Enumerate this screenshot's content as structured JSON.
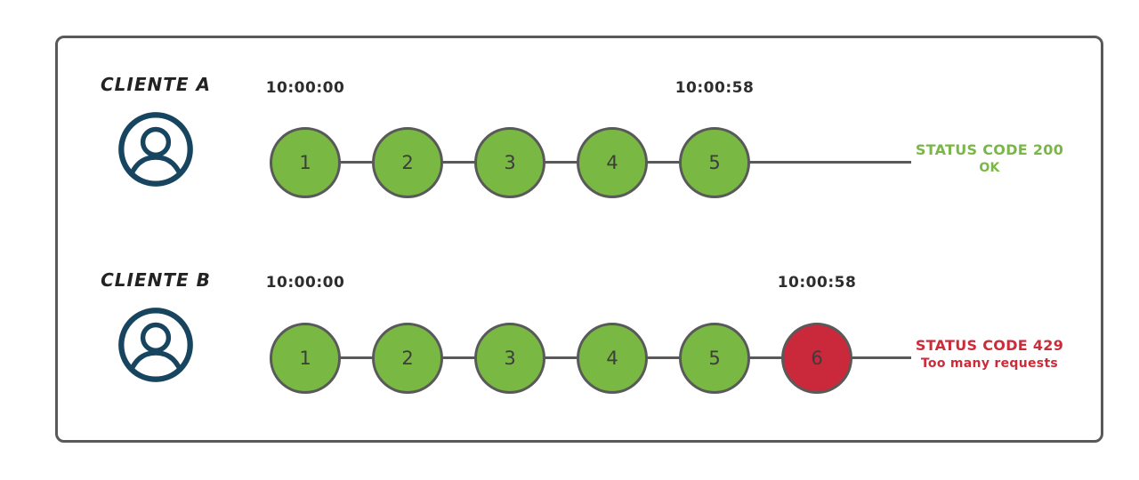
{
  "colors": {
    "line": "#595959",
    "success": "#78B843",
    "error": "#C9293A",
    "icon_navy": "#17455F",
    "status_ok_text": "#7AB648",
    "status_error_text": "#CE2B39"
  },
  "clients": [
    {
      "name": "CLIENTE A",
      "start_time": "10:00:00",
      "end_time": "10:00:58",
      "requests": [
        "1",
        "2",
        "3",
        "4",
        "5"
      ],
      "status": {
        "line1": "STATUS CODE 200",
        "line2": "OK",
        "type": "success"
      }
    },
    {
      "name": "CLIENTE B",
      "start_time": "10:00:00",
      "end_time": "10:00:58",
      "requests": [
        "1",
        "2",
        "3",
        "4",
        "5",
        "6"
      ],
      "blocked_request": "6",
      "status": {
        "line1": "STATUS CODE 429",
        "line2": "Too many requests",
        "type": "error"
      }
    }
  ]
}
